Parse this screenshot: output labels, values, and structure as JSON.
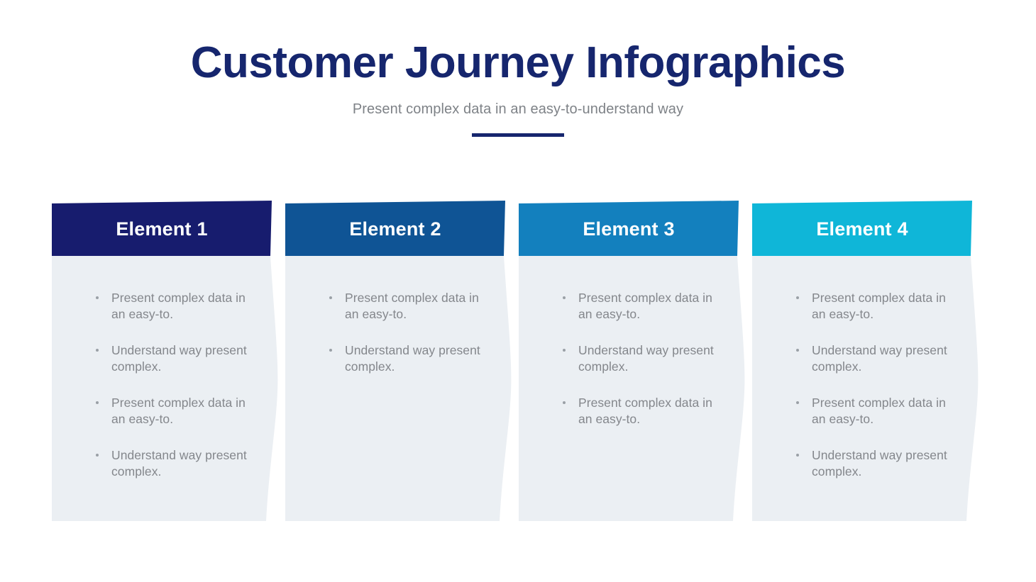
{
  "slide": {
    "title": "Customer Journey Infographics",
    "subtitle": "Present complex data in an easy-to-understand way",
    "background_color": "#FFFFFF",
    "title_color": "#16266E",
    "subtitle_color": "#7E8287",
    "rule_color": "#16266E"
  },
  "palette": {
    "panel_background": "#EBEFF3",
    "bullet_text": "#84878C",
    "bullet_dot": "#9AA0A6",
    "header_text": "#FFFFFF"
  },
  "cards": [
    {
      "header_label": "Element 1",
      "header_color": "#171C6E",
      "panel_color": "#EBEFF3",
      "bullets": [
        "Present complex data in an easy-to.",
        "Understand way present complex.",
        "Present complex data in an easy-to.",
        "Understand way present complex."
      ]
    },
    {
      "header_label": "Element 2",
      "header_color": "#0F5495",
      "panel_color": "#EBEFF3",
      "bullets": [
        "Present complex data in an easy-to.",
        "Understand way present complex."
      ]
    },
    {
      "header_label": "Element 3",
      "header_color": "#1380BE",
      "panel_color": "#EBEFF3",
      "bullets": [
        "Present complex data in an easy-to.",
        "Understand way present complex.",
        "Present complex data in an easy-to."
      ]
    },
    {
      "header_label": "Element 4",
      "header_color": "#0FB6D8",
      "panel_color": "#EBEFF3",
      "bullets": [
        "Present complex data in an easy-to.",
        "Understand way present complex.",
        "Present complex data in an easy-to.",
        "Understand way present complex."
      ]
    }
  ]
}
